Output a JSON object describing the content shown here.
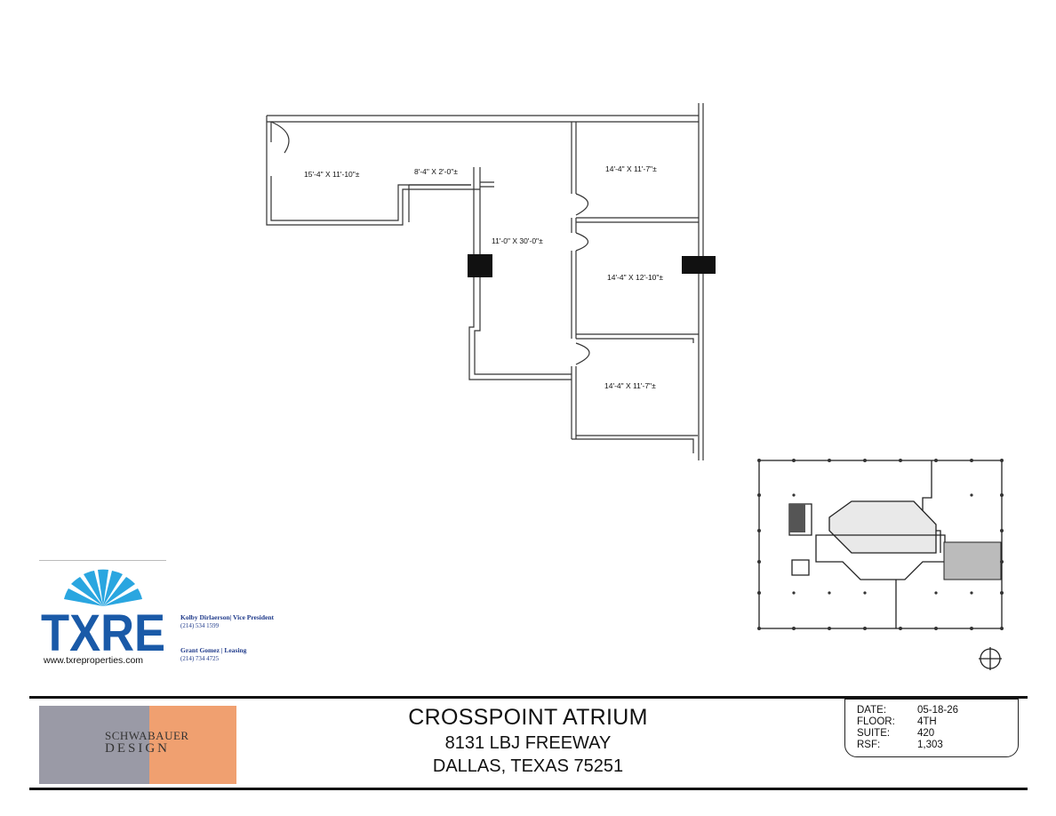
{
  "rooms": [
    {
      "id": "office-west",
      "label": "15'-4\" X 11'-10\"±"
    },
    {
      "id": "closet",
      "label": "8'-4\" X 2'-0\"±"
    },
    {
      "id": "reception",
      "label": "11'-0\" X 30'-0\"±"
    },
    {
      "id": "office-ne",
      "label": "14'-4\" X 11'-7\"±"
    },
    {
      "id": "office-e",
      "label": "14'-4\" X 12'-10\"±"
    },
    {
      "id": "office-se",
      "label": "14'-4\" X 11'-7\"±"
    }
  ],
  "logo": {
    "text": "TXRE",
    "website": "www.txreproperties.com",
    "brand_color": "#1a5aa8",
    "accent_color": "#2aa6e0"
  },
  "contacts": [
    {
      "name": "Kolby Dirlaerson| Vice President",
      "phone": "(214) 534 1599"
    },
    {
      "name": "Grant Gomez | Leasing",
      "phone": "(214) 734 4725"
    }
  ],
  "designer": {
    "line1": "SCHWABAUER",
    "line2": "DESIGN",
    "gray": "#9a9aa6",
    "orange": "#f0a070"
  },
  "building": {
    "name": "CROSSPOINT ATRIUM",
    "address": "8131 LBJ FREEWAY",
    "city": "DALLAS, TEXAS 75251"
  },
  "info": [
    {
      "key": "DATE:",
      "value": "05-18-26"
    },
    {
      "key": "FLOOR:",
      "value": "4TH"
    },
    {
      "key": "SUITE:",
      "value": "420"
    },
    {
      "key": "RSF:",
      "value": "1,303"
    }
  ],
  "icons": {
    "north": "north-arrow-icon"
  }
}
